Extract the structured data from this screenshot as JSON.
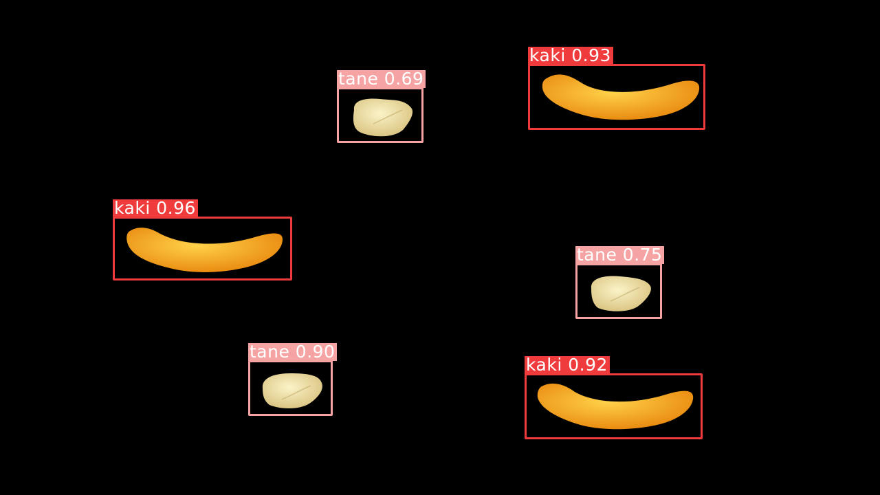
{
  "colors": {
    "background": "#000000",
    "kaki_box": "#ef3b3b",
    "tane_box": "#f5a3a3",
    "label_text": "#ffffff",
    "kaki_fill_light": "#ffd24a",
    "kaki_fill_dark": "#e8860c",
    "tane_fill_light": "#fbf3c8",
    "tane_fill_dark": "#d8c27e"
  },
  "detections": [
    {
      "id": "tane-1",
      "class_name": "tane",
      "confidence": "0.69",
      "label": "tane 0.69",
      "icon": "peanut-icon"
    },
    {
      "id": "kaki-1",
      "class_name": "kaki",
      "confidence": "0.93",
      "label": "kaki 0.93",
      "icon": "rice-cracker-icon"
    },
    {
      "id": "kaki-2",
      "class_name": "kaki",
      "confidence": "0.96",
      "label": "kaki 0.96",
      "icon": "rice-cracker-icon"
    },
    {
      "id": "tane-2",
      "class_name": "tane",
      "confidence": "0.75",
      "label": "tane 0.75",
      "icon": "peanut-icon"
    },
    {
      "id": "tane-3",
      "class_name": "tane",
      "confidence": "0.90",
      "label": "tane 0.90",
      "icon": "peanut-icon"
    },
    {
      "id": "kaki-3",
      "class_name": "kaki",
      "confidence": "0.92",
      "label": "kaki 0.92",
      "icon": "rice-cracker-icon"
    }
  ]
}
